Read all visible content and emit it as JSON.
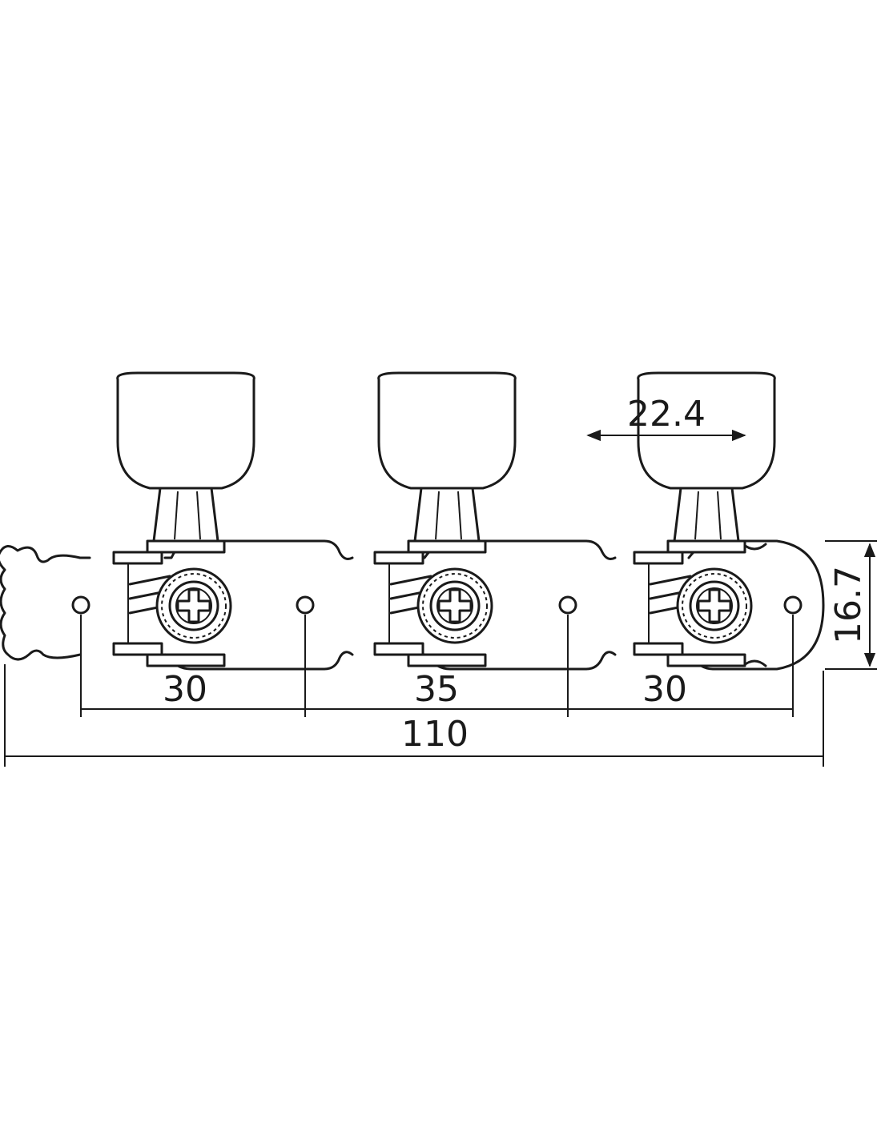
{
  "diagram": {
    "line_color": "#1a1a1a",
    "background": "#ffffff"
  },
  "dimensions": {
    "spacing_left": "30",
    "spacing_middle": "35",
    "spacing_right": "30",
    "overall_length": "110",
    "knob_width": "22.4",
    "plate_height": "16.7"
  }
}
